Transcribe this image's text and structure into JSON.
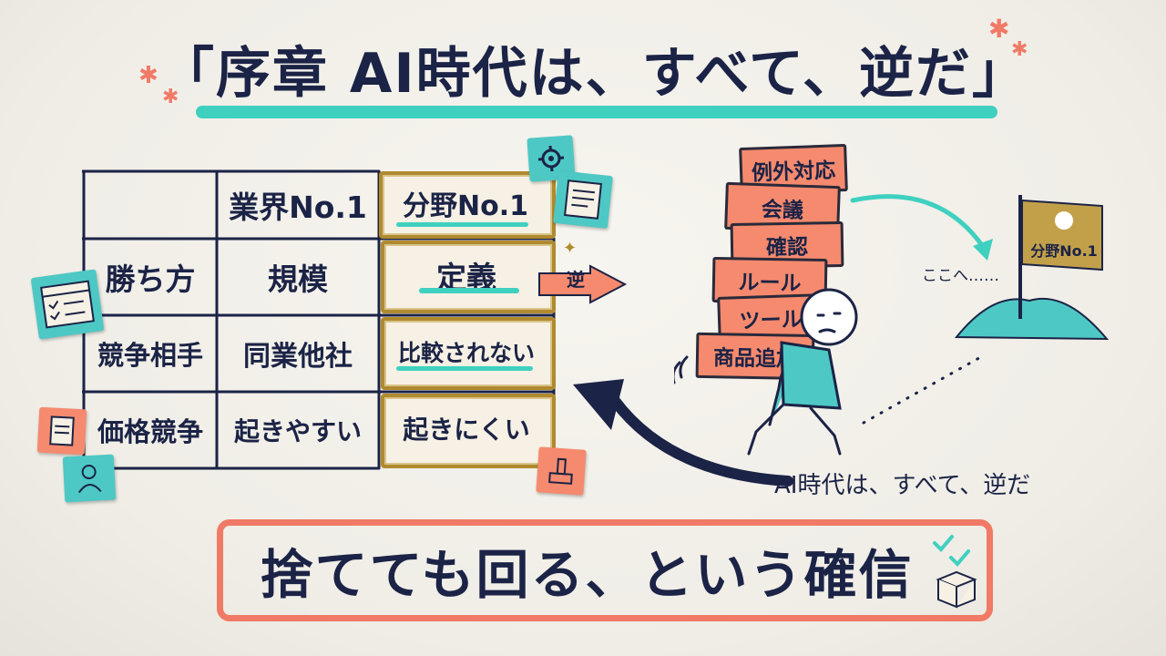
{
  "title": "「序章 AI時代は、すべて、逆だ」",
  "table": {
    "header": [
      "",
      "業界No.1",
      "分野No.1"
    ],
    "rows": [
      {
        "label": "勝ち方",
        "col1": "規模",
        "col2": "定義"
      },
      {
        "label": "競争相手",
        "col1": "同業他社",
        "col2": "比較されない"
      },
      {
        "label": "価格競争",
        "col1": "起きやすい",
        "col2": "起きにくい"
      }
    ]
  },
  "reverse_label": "逆",
  "stack_boxes": [
    "例外対応",
    "会議",
    "確認",
    "ルール",
    "ツール",
    "商品追加"
  ],
  "flag_label": "分野No.1",
  "here_label": "ここへ……",
  "ai_caption": "AI時代は、すべて、逆だ",
  "banner_text": "捨てても回る、という確信",
  "colors": {
    "navy": "#1b2346",
    "teal": "#3fd0c0",
    "coral": "#f07a66",
    "gold": "#b08a2e"
  },
  "icons": [
    "gear-icon",
    "checklist-icon",
    "browser-checklist-icon",
    "clipboard-icon",
    "person-icon",
    "stamp-icon",
    "box-icon",
    "checkmarks-icon",
    "sparkle-icon"
  ]
}
